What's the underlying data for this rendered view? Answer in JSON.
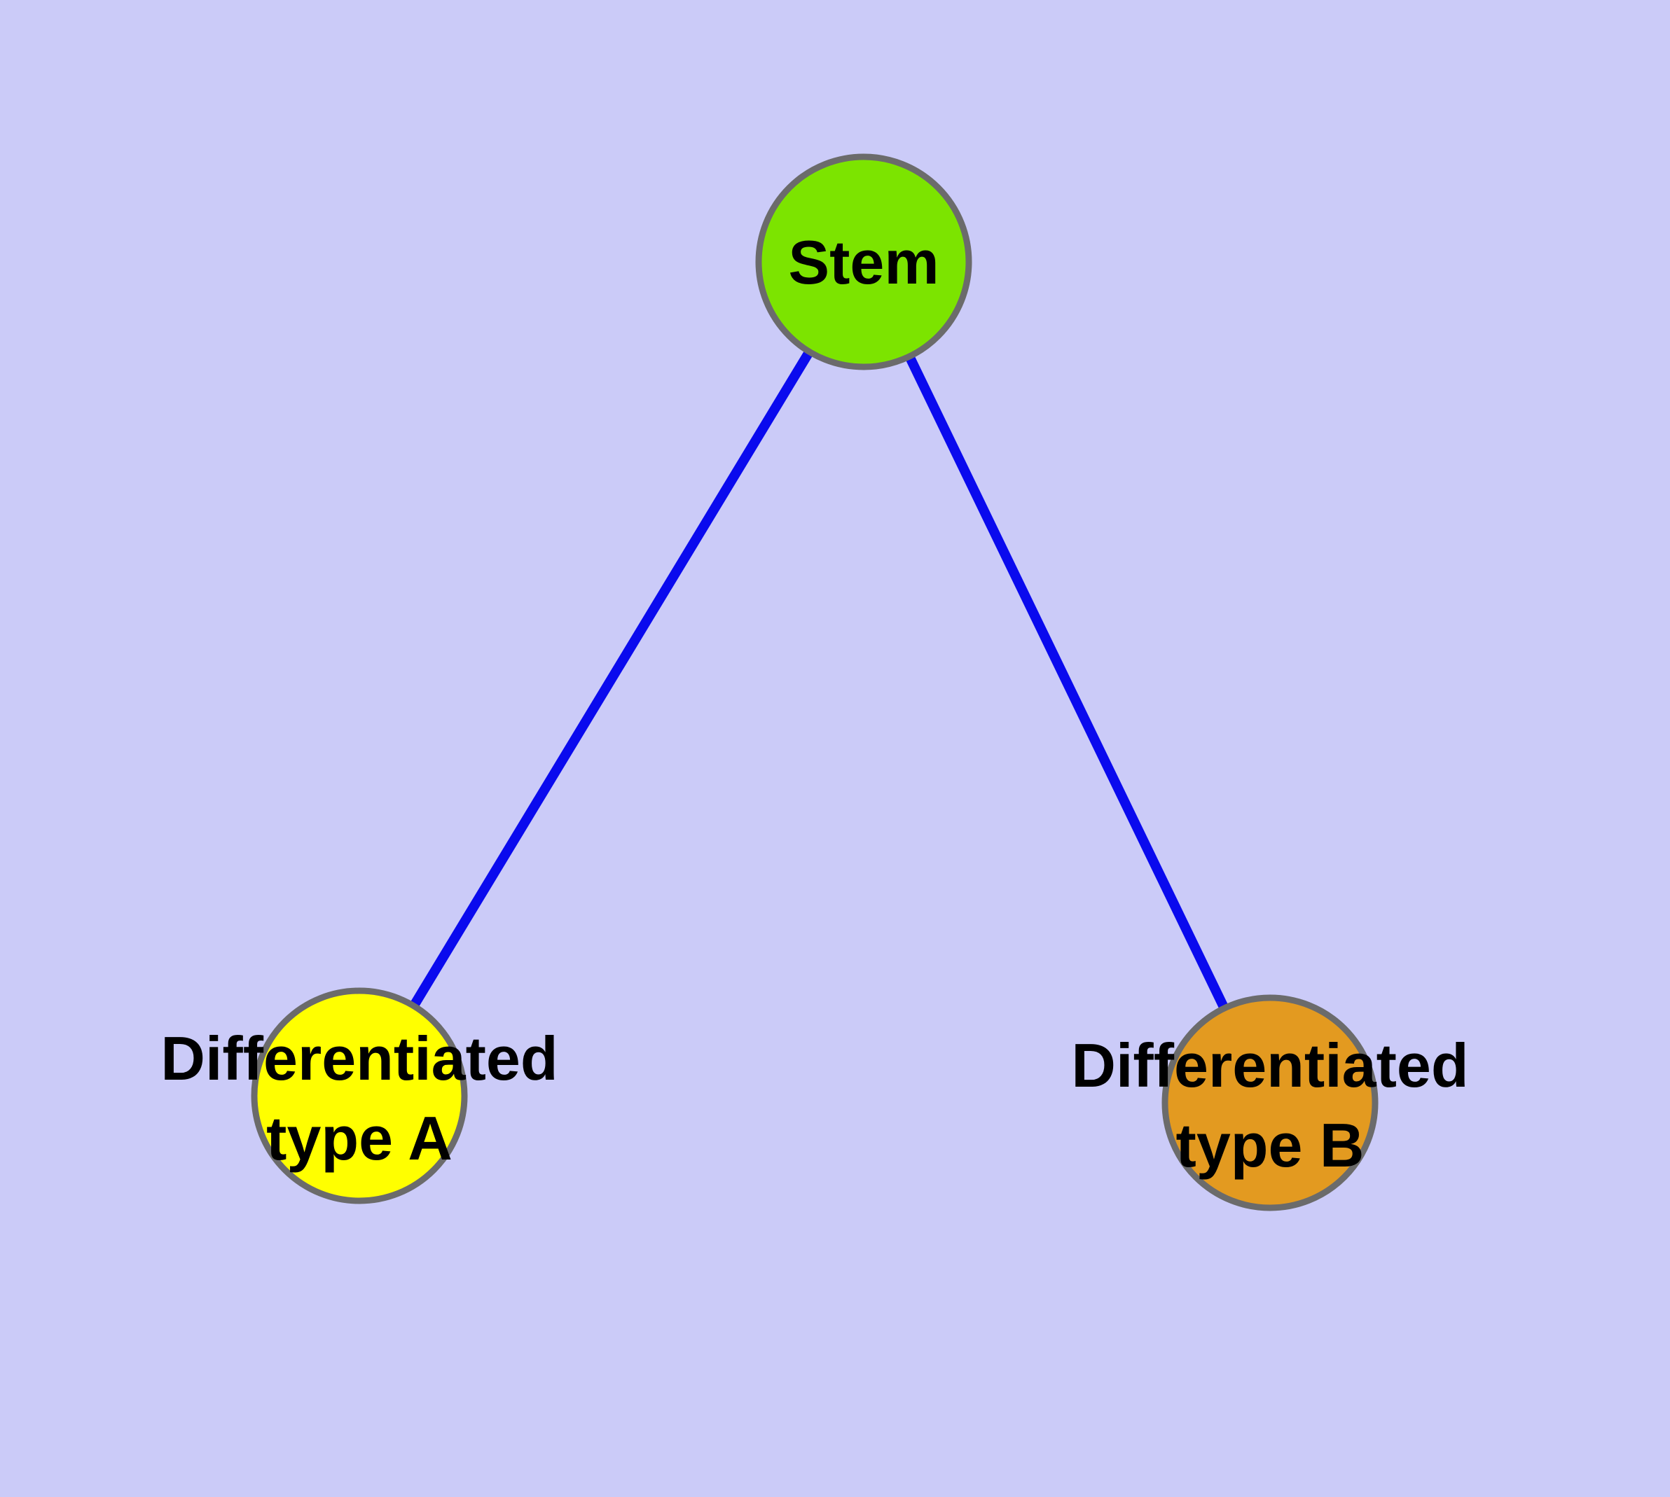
{
  "diagram": {
    "type": "node-link-graph",
    "background_color": "#CBCBF8",
    "node_border_color": "#6B6B6B",
    "text_color": "#000000",
    "edge_color": "#0A0AEE",
    "nodes": [
      {
        "id": "stem",
        "label": "Stem",
        "label_line1": "Stem",
        "label_line2": "",
        "fill": "#7CE400"
      },
      {
        "id": "type-a",
        "label": "Differentiated type A",
        "label_line1": "Differentiated",
        "label_line2": "type A",
        "fill": "#FFFF00"
      },
      {
        "id": "type-b",
        "label": "Differentiated type B",
        "label_line1": "Differentiated",
        "label_line2": "type B",
        "fill": "#E39A20"
      }
    ],
    "edges": [
      {
        "from": "stem",
        "to": "type-a",
        "color": "#0A0AEE"
      },
      {
        "from": "stem",
        "to": "type-b",
        "color": "#0A0AEE"
      }
    ]
  }
}
